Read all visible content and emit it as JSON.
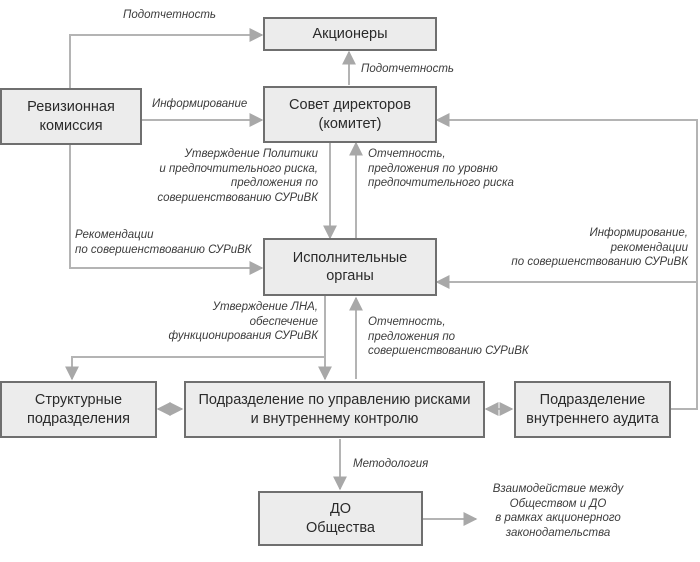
{
  "boxes": {
    "shareholders": "Акционеры",
    "board": "Совет директоров\n(комитет)",
    "audit_commission": "Ревизионная\nкомиссия",
    "executive": "Исполнительные\nорганы",
    "structural": "Структурные\nподразделения",
    "risk_unit": "Подразделение  по управлению рисками\nи внутреннему  контролю",
    "internal_audit": "Подразделение\nвнутреннего  аудита",
    "subsidiaries": "ДО\nОбщества"
  },
  "labels": {
    "accountability_top": "Подотчетность",
    "accountability_board": "Подотчетность",
    "informing": "Информирование",
    "policy_approval": "Утверждение Политики\nи предпочтительного риска,\nпредложения по\nсовершенствованию СУРиВК",
    "reporting_risk": "Отчетность,\nпредложения по уровню\nпредпочтительного риска",
    "recommendations": "Рекомендации\nпо совершенствованию СУРиВК",
    "audit_informing": "Информирование,\nрекомендации\nпо совершенствованию СУРиВК",
    "lna_approval": "Утверждение ЛНА,\nобеспечение\nфункционирования СУРиВК",
    "reporting_improvement": "Отчетность,\nпредложения по\nсовершенствованию СУРиВК",
    "methodology": "Методология",
    "interaction": "Взаимодействие между\nОбществом и ДО\nв рамках акционерного\nзаконодательства"
  }
}
